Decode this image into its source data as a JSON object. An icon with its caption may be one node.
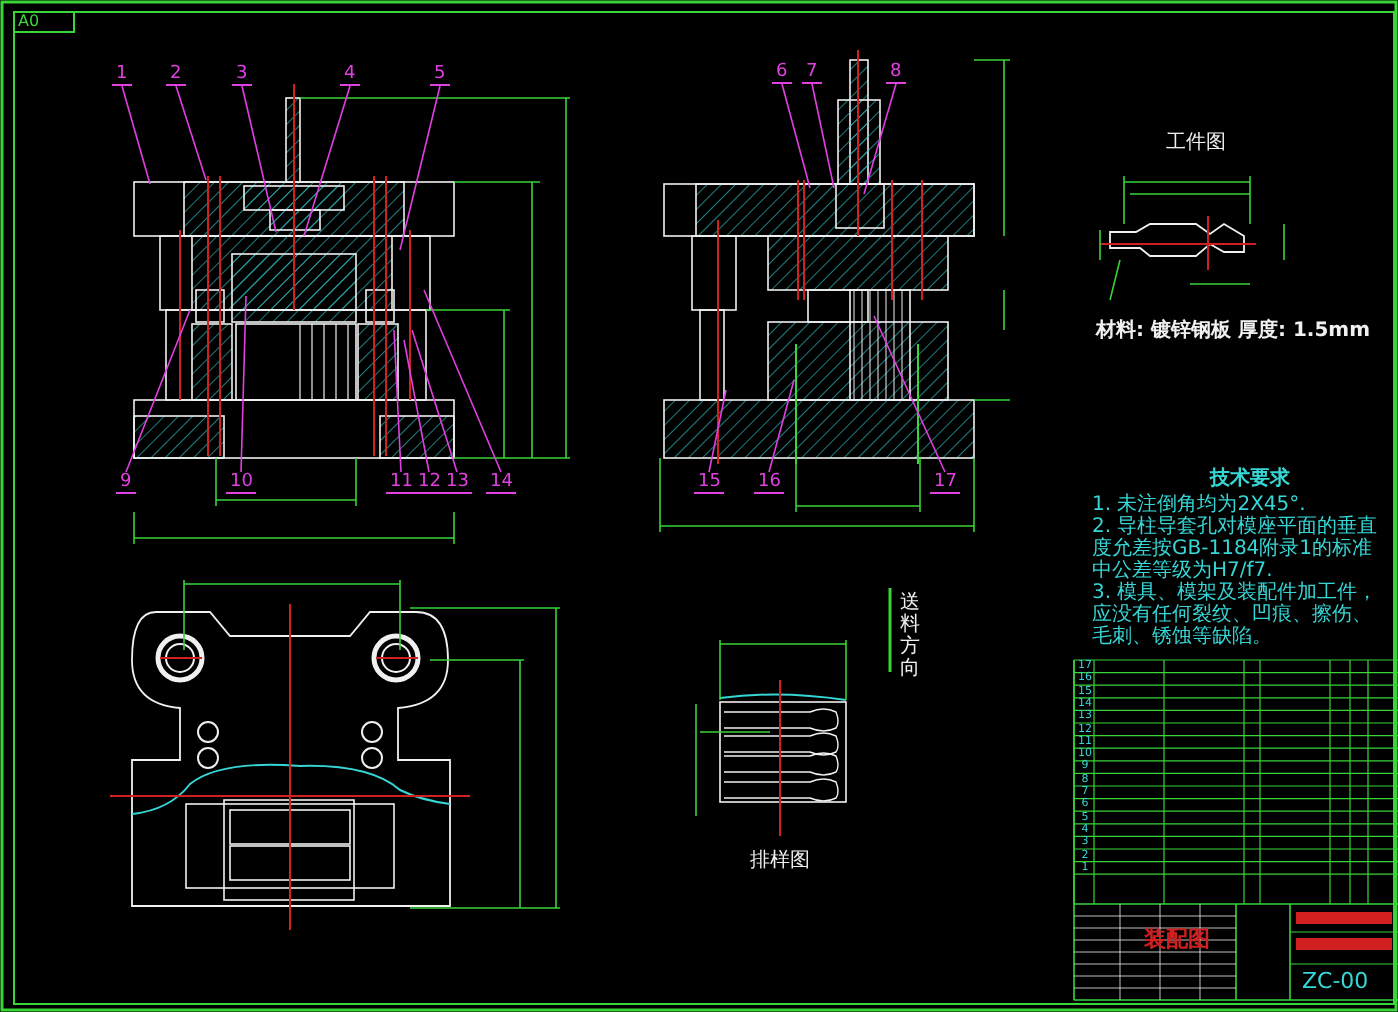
{
  "diagram": {
    "nodes": [
      {
        "text": [
          "1"
        ]
      },
      {
        "text": [
          "2"
        ]
      },
      {
        "text": [
          "3"
        ]
      },
      {
        "text": [
          "4"
        ]
      },
      {
        "text": [
          "5"
        ]
      },
      {
        "text": [
          "6"
        ]
      },
      {
        "text": [
          "7"
        ]
      },
      {
        "text": [
          "8"
        ]
      },
      {
        "text": [
          "9"
        ]
      },
      {
        "text": [
          "10"
        ]
      },
      {
        "text": [
          "11"
        ]
      },
      {
        "text": [
          "12"
        ]
      },
      {
        "text": [
          "13"
        ]
      },
      {
        "text": [
          "14"
        ]
      },
      {
        "text": [
          "15"
        ]
      },
      {
        "text": [
          "16"
        ]
      },
      {
        "text": [
          "17"
        ]
      }
    ],
    "edges": [
      {
        "from": 0,
        "to": null,
        "arrow": "none"
      },
      {
        "from": 1,
        "to": null,
        "arrow": "none"
      },
      {
        "from": 2,
        "to": null,
        "arrow": "none"
      },
      {
        "from": 3,
        "to": null,
        "arrow": "none"
      },
      {
        "from": 4,
        "to": null,
        "arrow": "none"
      },
      {
        "from": 5,
        "to": null,
        "arrow": "none"
      },
      {
        "from": 6,
        "to": null,
        "arrow": "none"
      },
      {
        "from": 7,
        "to": null,
        "arrow": "none"
      },
      {
        "from": 8,
        "to": null,
        "arrow": "none"
      },
      {
        "from": 9,
        "to": null,
        "arrow": "none"
      },
      {
        "from": 10,
        "to": null,
        "arrow": "none"
      },
      {
        "from": 11,
        "to": null,
        "arrow": "none"
      },
      {
        "from": 12,
        "to": null,
        "arrow": "none"
      },
      {
        "from": 13,
        "to": null,
        "arrow": "none"
      },
      {
        "from": 14,
        "to": null,
        "arrow": "none"
      },
      {
        "from": 15,
        "to": null,
        "arrow": "none"
      },
      {
        "from": 16,
        "to": null,
        "arrow": "none"
      }
    ],
    "labels": [
      "A0",
      "工件图",
      "材料: 镀锌钢板 厚度: 1.5mm",
      "技术要求",
      "1. 未注倒角均为2X45°.",
      "2. 导柱导套孔对模座平面的垂直度允差按GB-1184附录1的标准中公差等级为H7/f7.",
      "3. 模具、模架及装配件加工件，应没有任何裂纹、凹痕、擦伤、毛刺、锈蚀等缺陷。",
      "送料方向",
      "排样图",
      "17",
      "16",
      "15",
      "14",
      "13",
      "12",
      "11",
      "10",
      "9",
      "8",
      "7",
      "6",
      "5",
      "4",
      "3",
      "2",
      "1",
      "装配图",
      "ZC-00"
    ]
  }
}
